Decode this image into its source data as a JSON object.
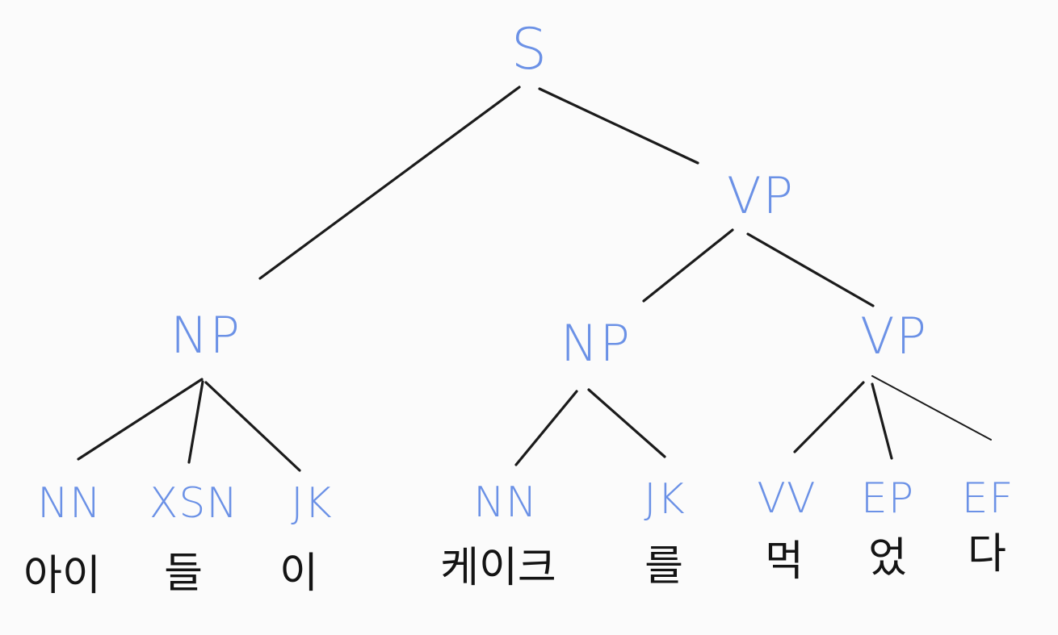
{
  "tree": {
    "root": "S",
    "phrases": {
      "vp_top": "VP",
      "np_subject": "NP",
      "np_object": "NP",
      "vp_inner": "VP"
    },
    "leaves": [
      {
        "tag": "NN",
        "word": "아이"
      },
      {
        "tag": "XSN",
        "word": "들"
      },
      {
        "tag": "JK",
        "word": "이"
      },
      {
        "tag": "NN",
        "word": "케이크"
      },
      {
        "tag": "JK",
        "word": "를"
      },
      {
        "tag": "VV",
        "word": "먹"
      },
      {
        "tag": "EP",
        "word": "었"
      },
      {
        "tag": "EF",
        "word": "다"
      }
    ]
  },
  "colors": {
    "tag": "#6b91e6",
    "word": "#141414",
    "edge": "#1b1b1b",
    "background": "#fbfbfb"
  }
}
